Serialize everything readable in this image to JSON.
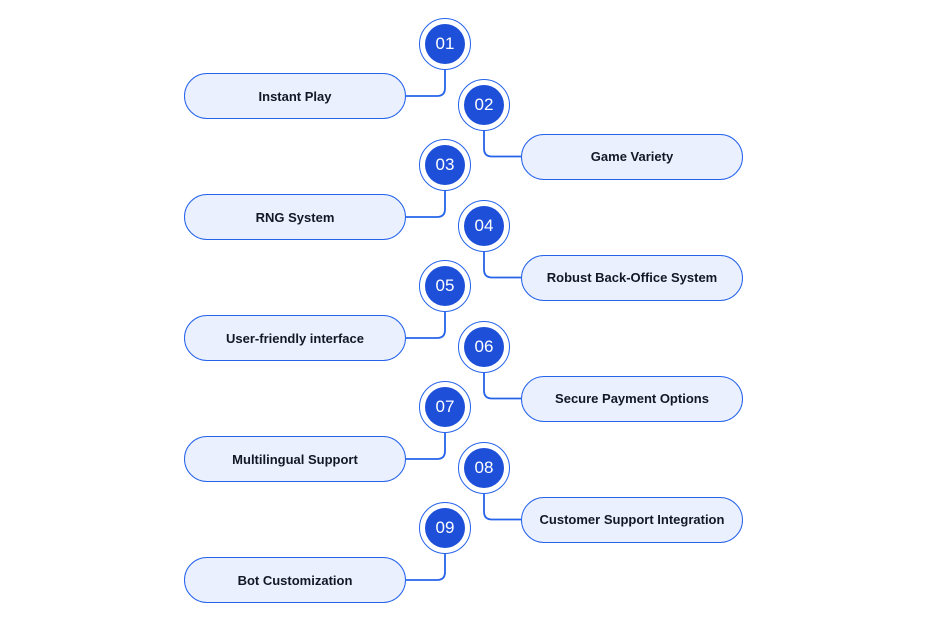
{
  "colors": {
    "accent": "#2563eb",
    "badge_fill": "#1d4fd8",
    "pill_fill": "#eaf0fd",
    "text": "#111827"
  },
  "items": [
    {
      "number": "01",
      "label": "Instant Play",
      "side": "left"
    },
    {
      "number": "02",
      "label": "Game Variety",
      "side": "right"
    },
    {
      "number": "03",
      "label": "RNG System",
      "side": "left"
    },
    {
      "number": "04",
      "label": "Robust Back-Office System",
      "side": "right"
    },
    {
      "number": "05",
      "label": "User-friendly interface",
      "side": "left"
    },
    {
      "number": "06",
      "label": "Secure Payment Options",
      "side": "right"
    },
    {
      "number": "07",
      "label": "Multilingual Support",
      "side": "left"
    },
    {
      "number": "08",
      "label": "Customer Support Integration",
      "side": "right"
    },
    {
      "number": "09",
      "label": "Bot Customization",
      "side": "left"
    }
  ]
}
